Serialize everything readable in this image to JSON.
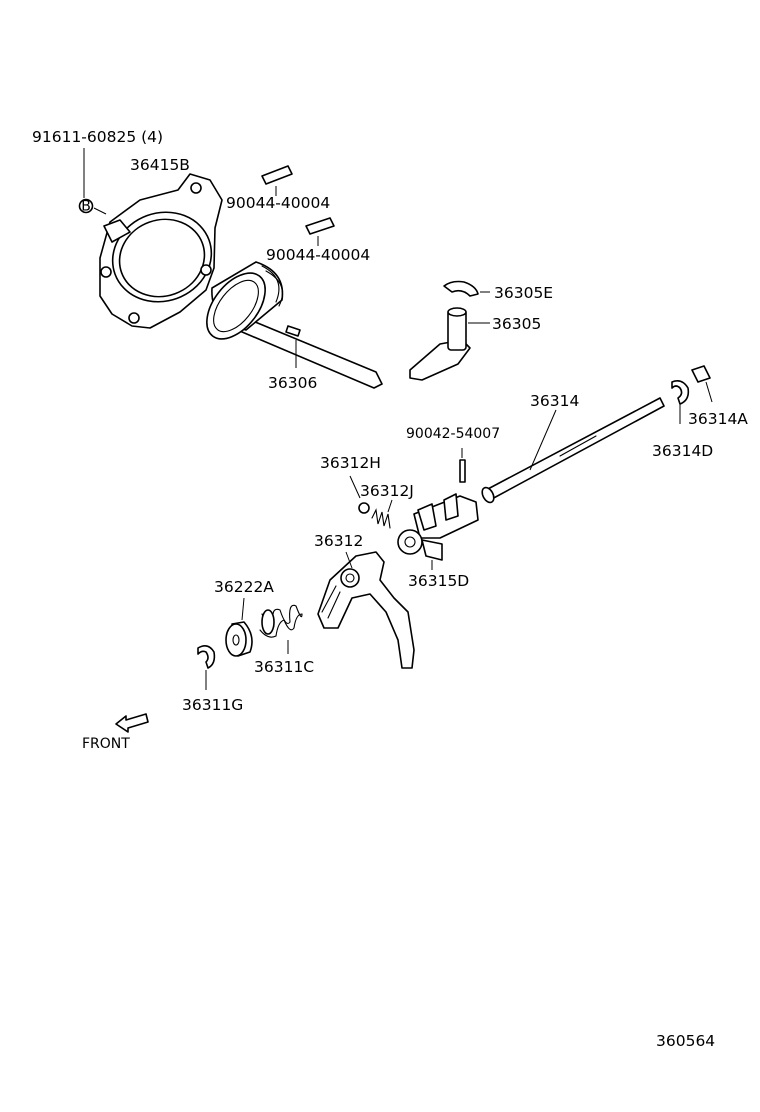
{
  "parts": {
    "bolt": "91611-60825 (4)",
    "housing": "36415B",
    "pin_upper": "90044-40004",
    "pin_lower": "90044-40004",
    "snap_ring_e": "36305E",
    "pin_36305": "36305",
    "selector_shaft": "36306",
    "shift_shaft": "36314",
    "clip_36314a": "36314A",
    "ring_36314d": "36314D",
    "spring_pin": "90042-54007",
    "ball": "36312H",
    "spring_small": "36312J",
    "fork": "36312",
    "shift_head": "36315D",
    "collar": "36222A",
    "spring_large": "36311C",
    "ring_36311g": "36311G"
  },
  "bolt_marker": "B",
  "front_label": "FRONT",
  "diagram_number": "360564"
}
